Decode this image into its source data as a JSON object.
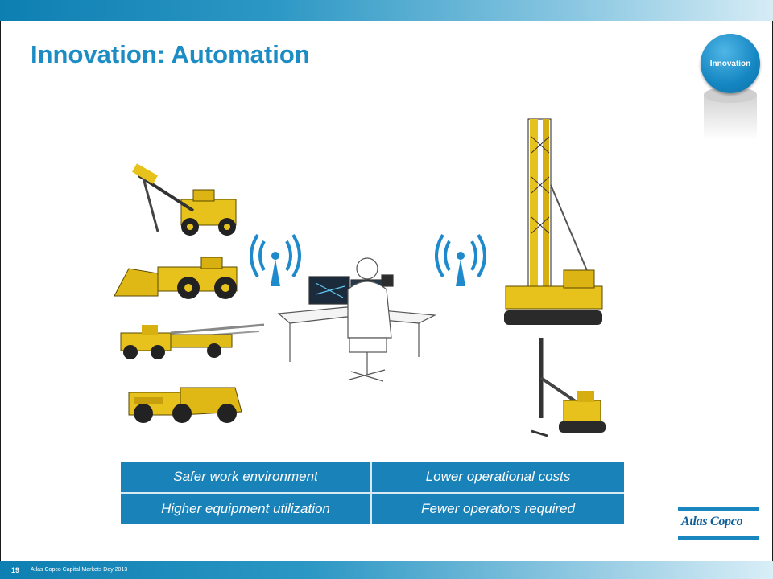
{
  "slide": {
    "title": "Innovation: Automation",
    "badge": "Innovation",
    "page_number": "19",
    "footer": "Atlas Copco Capital Markets Day 2013",
    "logo": "Atlas Copco",
    "brand_color": "#1c8cc4"
  },
  "benefits": [
    [
      "Safer work environment",
      "Lower operational costs"
    ],
    [
      "Higher equipment utilization",
      "Fewer operators required"
    ]
  ],
  "illustration": {
    "icons": [
      "drill-rig-icon",
      "loader-icon",
      "bolter-icon",
      "truck-icon",
      "wireless-icon",
      "operator-station-icon",
      "surface-drill-tower-icon",
      "small-drill-rig-icon"
    ],
    "machine_color": "#e8c21c"
  }
}
